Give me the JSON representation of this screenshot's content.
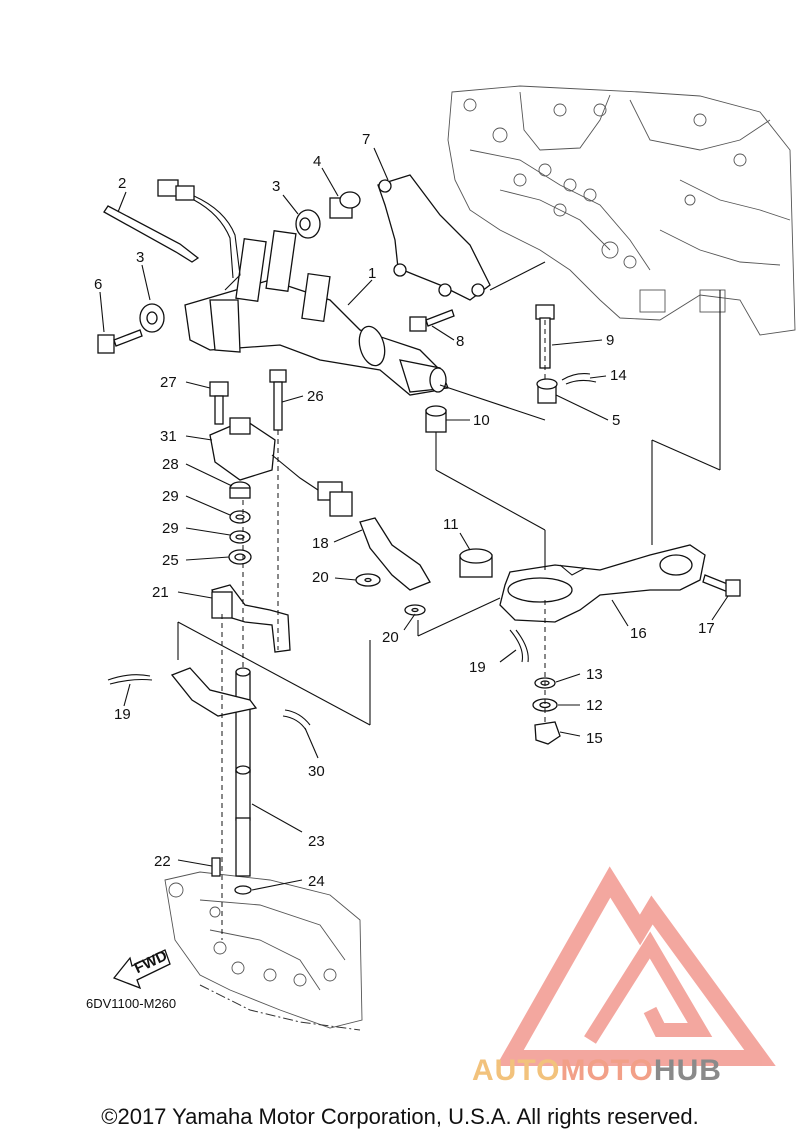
{
  "diagram": {
    "part_code": "6DV1100-M260",
    "copyright": "©2017 Yamaha Motor Corporation, U.S.A. All rights reserved.",
    "fwd_label": "FWD",
    "callouts": [
      "1",
      "2",
      "3",
      "3",
      "4",
      "5",
      "6",
      "7",
      "8",
      "9",
      "10",
      "11",
      "12",
      "13",
      "14",
      "15",
      "16",
      "17",
      "18",
      "19",
      "19",
      "20",
      "20",
      "21",
      "22",
      "23",
      "24",
      "25",
      "26",
      "27",
      "28",
      "29",
      "29",
      "30",
      "31"
    ]
  },
  "watermark": {
    "part1": "AUTO",
    "part2": "MOTO",
    "part3": "HUB",
    "colors": {
      "auto": "#f2c27c",
      "moto": "#f2a088",
      "hub": "#8a8a8a",
      "logo": "#f08a80"
    }
  }
}
